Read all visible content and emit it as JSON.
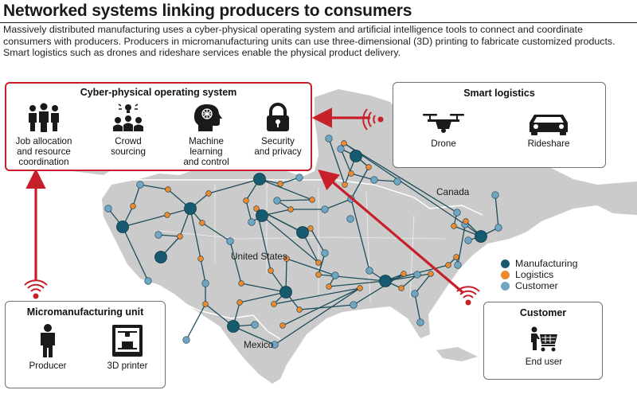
{
  "title": "Networked systems linking producers to consumers",
  "intro": "Massively distributed manufacturing uses a cyber-physical operating system and artificial intelligence tools to connect and coordinate consumers with producers. Producers in micromanufacturing units can use three-dimensional (3D) printing to fabricate customized products. Smart logistics such as drones and rideshare services enable the physical product delivery.",
  "colors": {
    "accent_red": "#c8202a",
    "manufacturing": "#155a6e",
    "logistics": "#ef8a2c",
    "customer": "#6fa6c4",
    "land": "#cbcbcb"
  },
  "cps": {
    "title": "Cyber-physical operating system",
    "items": [
      {
        "icon": "group-icon",
        "label": "Job allocation\nand resource\ncoordination"
      },
      {
        "icon": "crowd-idea-icon",
        "label": "Crowd\nsourcing"
      },
      {
        "icon": "brain-head-icon",
        "label": "Machine\nlearning\nand control"
      },
      {
        "icon": "padlock-icon",
        "label": "Security\nand privacy"
      }
    ]
  },
  "logistics": {
    "title": "Smart logistics",
    "items": [
      {
        "icon": "drone-icon",
        "label": "Drone"
      },
      {
        "icon": "car-icon",
        "label": "Rideshare"
      }
    ]
  },
  "micro": {
    "title": "Micromanufacturing unit",
    "items": [
      {
        "icon": "person-icon",
        "label": "Producer"
      },
      {
        "icon": "3d-printer-icon",
        "label": "3D printer"
      }
    ]
  },
  "customer": {
    "title": "Customer",
    "items": [
      {
        "icon": "shopping-cart-icon",
        "label": "End user"
      }
    ]
  },
  "map_labels": {
    "canada": "Canada",
    "us": "United States",
    "mexico": "Mexico"
  },
  "legend": [
    {
      "label": "Manufacturing",
      "color": "#155a6e"
    },
    {
      "label": "Logistics",
      "color": "#ef8a2c"
    },
    {
      "label": "Customer",
      "color": "#6fa6c4"
    }
  ]
}
